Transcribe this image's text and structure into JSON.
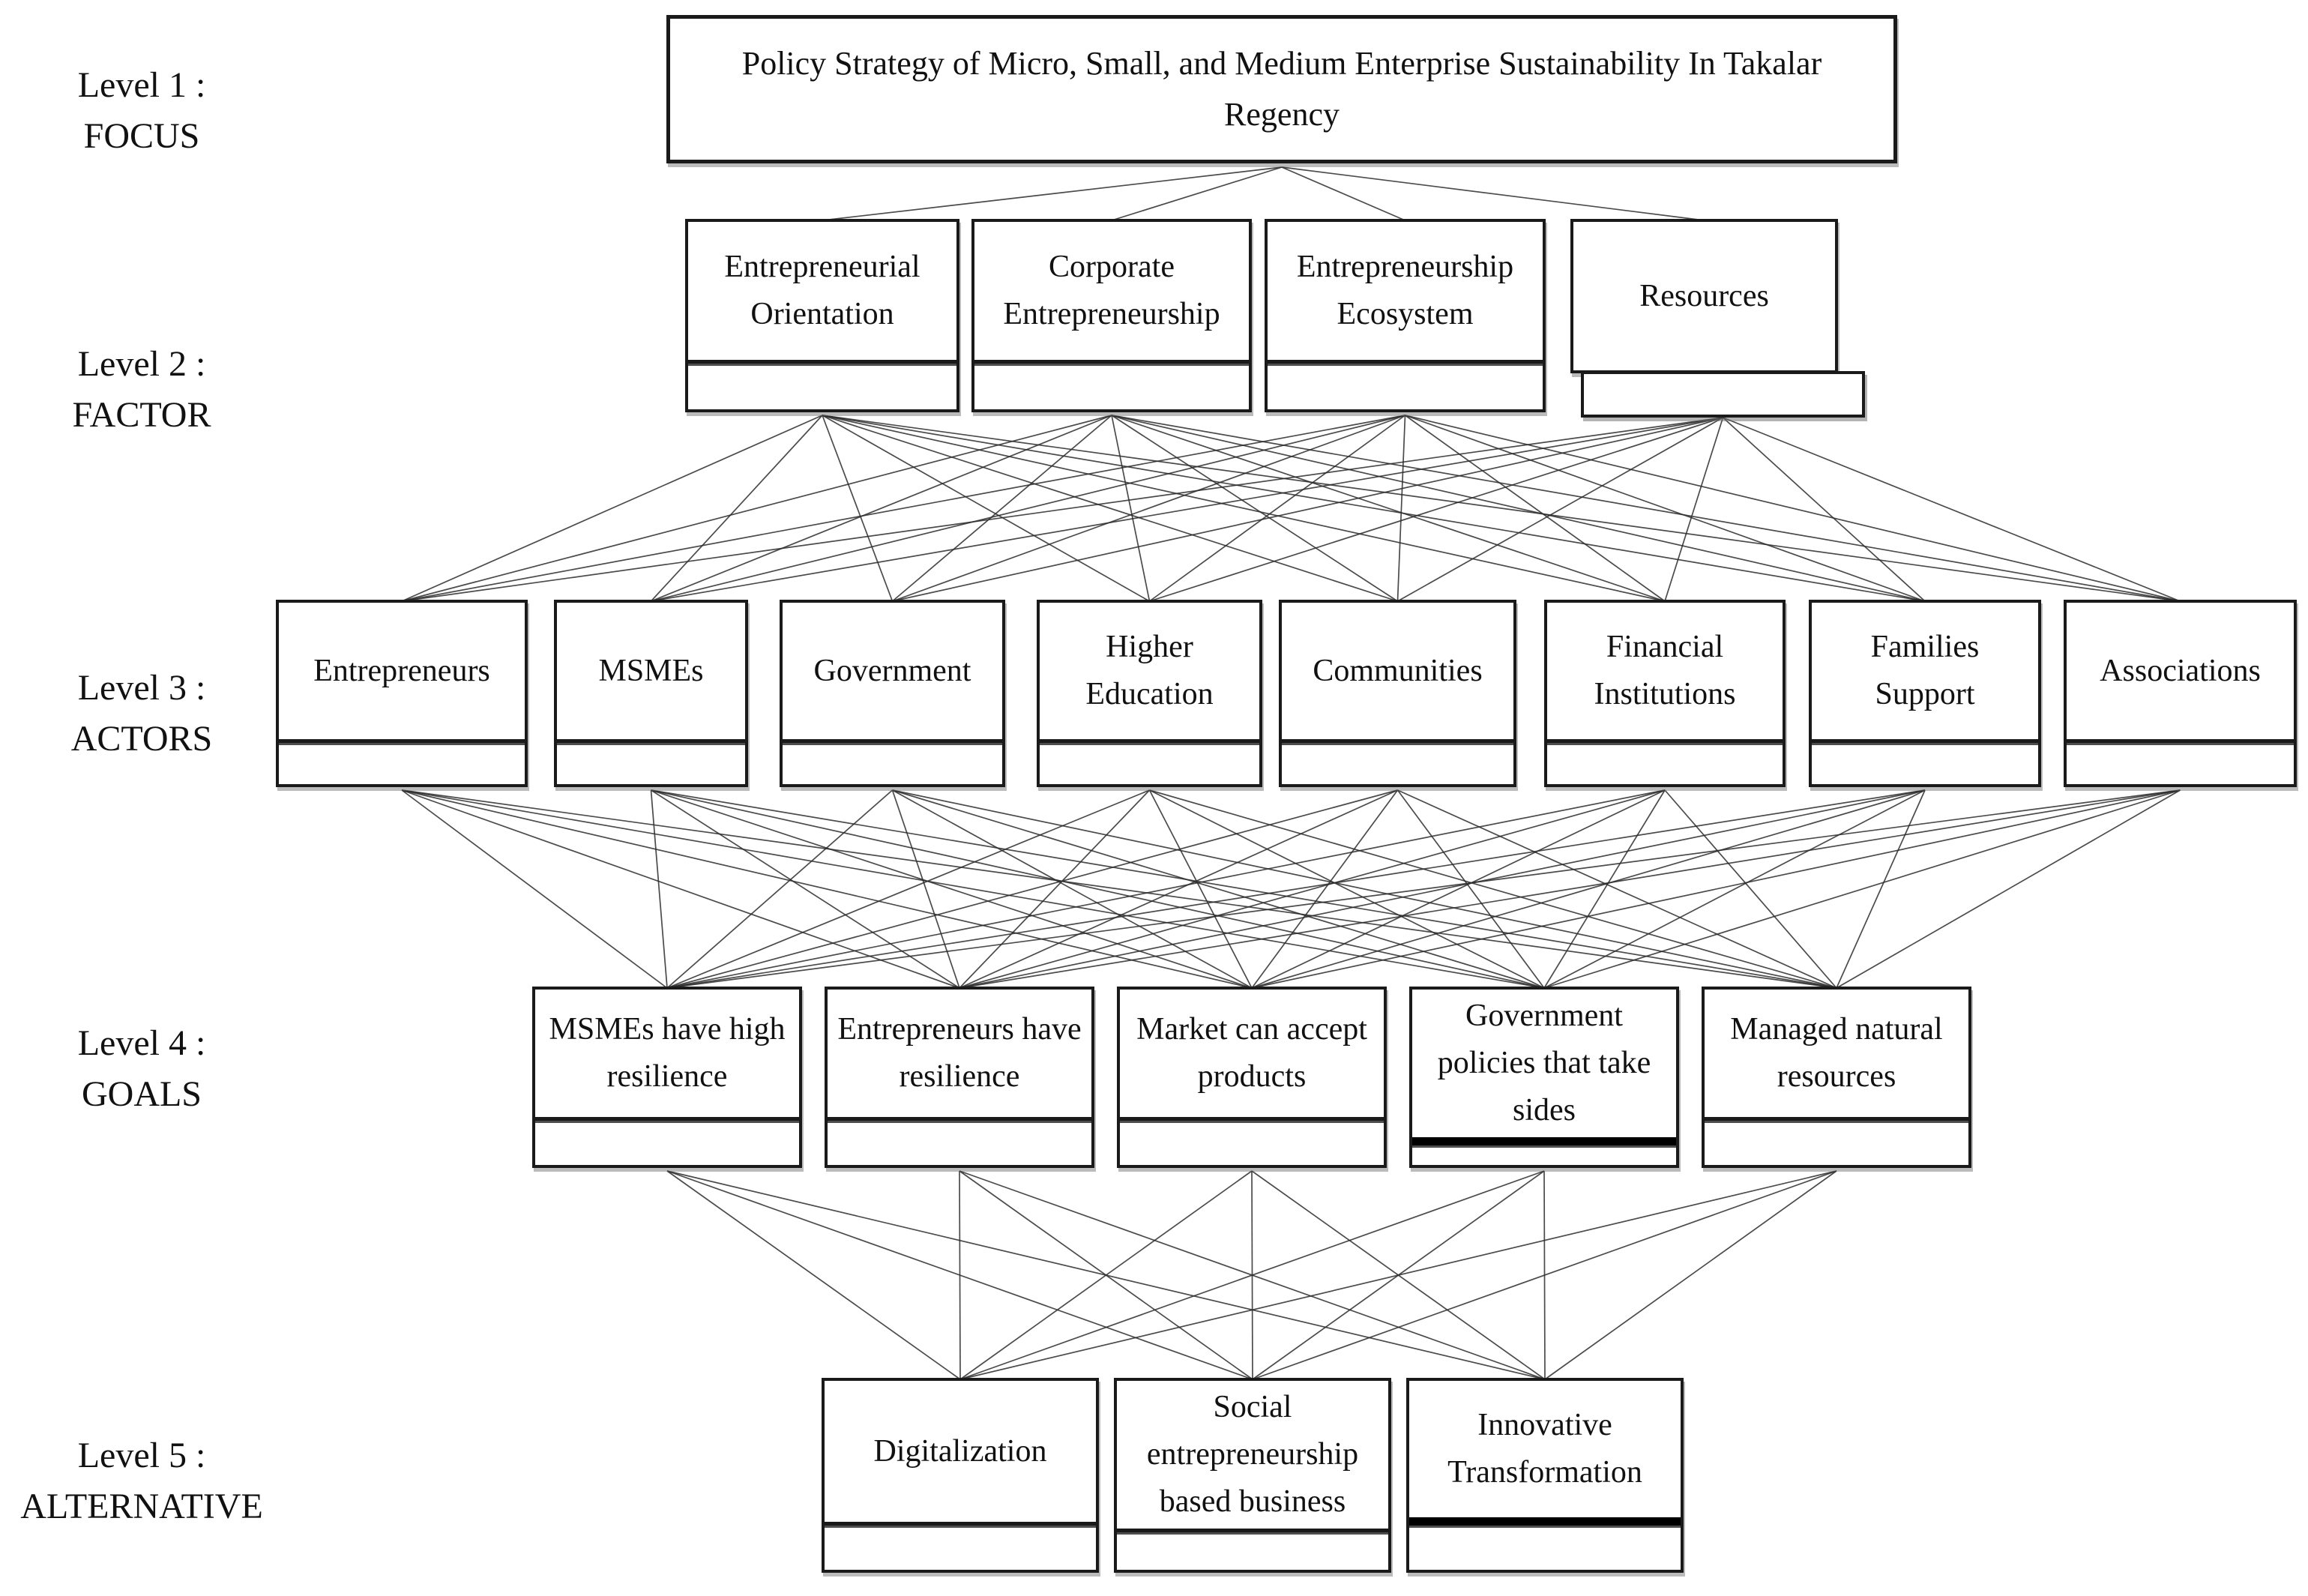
{
  "diagram_title": "AHP hierarchy of policy strategy for MSME sustainability in Takalar Regency",
  "colors": {
    "background": "#ffffff",
    "box_border": "#1a1a1a",
    "connector": "#2b2b2b",
    "text": "#111111"
  },
  "levels": [
    {
      "side_label": {
        "line1": "Level 1 :",
        "line2": "FOCUS"
      },
      "nodes": [
        {
          "label": "Policy Strategy of Micro, Small, and Medium Enterprise Sustainability In Takalar Regency"
        }
      ]
    },
    {
      "side_label": {
        "line1": "Level 2 :",
        "line2": "FACTOR"
      },
      "nodes": [
        {
          "label": "Entrepreneurial Orientation"
        },
        {
          "label": "Corporate Entrepreneurship"
        },
        {
          "label": "Entrepreneurship Ecosystem"
        },
        {
          "label": "Resources"
        }
      ]
    },
    {
      "side_label": {
        "line1": "Level 3 :",
        "line2": "ACTORS"
      },
      "nodes": [
        {
          "label": "Entrepreneurs"
        },
        {
          "label": "MSMEs"
        },
        {
          "label": "Government"
        },
        {
          "label": "Higher Education"
        },
        {
          "label": "Communities"
        },
        {
          "label": "Financial Institutions"
        },
        {
          "label": "Families Support"
        },
        {
          "label": "Associations"
        }
      ]
    },
    {
      "side_label": {
        "line1": "Level 4 :",
        "line2": "GOALS"
      },
      "nodes": [
        {
          "label": "MSMEs have high resilience"
        },
        {
          "label": "Entrepreneurs have resilience"
        },
        {
          "label": "Market can accept products"
        },
        {
          "label": "Government policies that take sides"
        },
        {
          "label": "Managed natural resources"
        }
      ]
    },
    {
      "side_label": {
        "line1": "Level 5 :",
        "line2": "ALTERNATIVE"
      },
      "nodes": [
        {
          "label": "Digitalization"
        },
        {
          "label": "Social entrepreneurship based business"
        },
        {
          "label": "Innovative Transformation"
        }
      ]
    }
  ]
}
